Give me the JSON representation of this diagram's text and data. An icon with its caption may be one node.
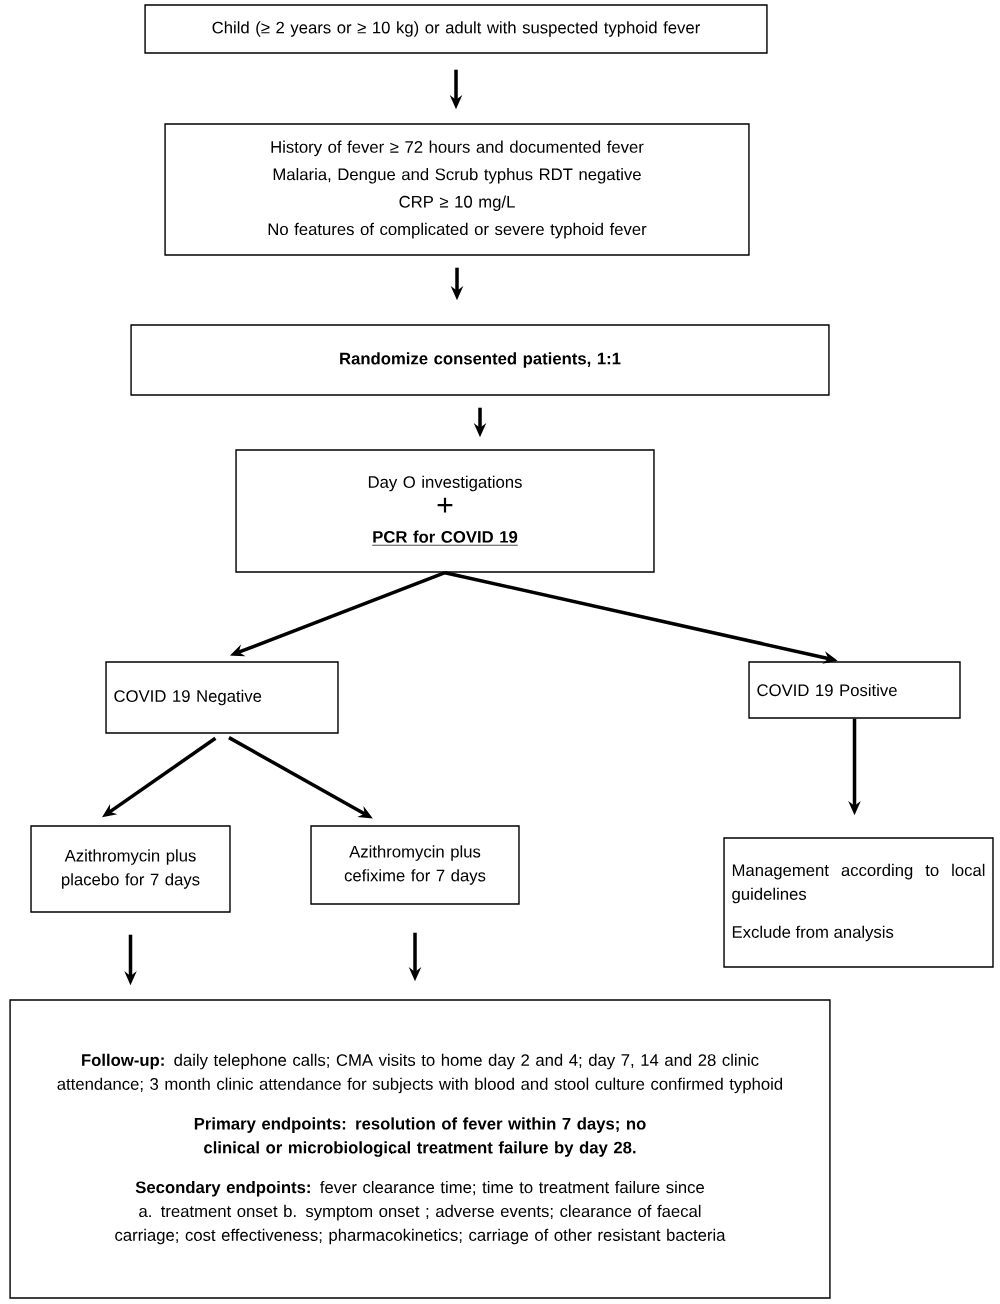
{
  "diagram": {
    "nodes": [
      {
        "text": [
          "Child (≥ 2 years or ≥ 10 kg) or adult with suspected typhoid fever"
        ]
      },
      {
        "text": [
          "History of fever ≥ 72 hours and documented fever",
          "Malaria, Dengue and Scrub typhus RDT negative",
          "CRP ≥ 10 mg/L",
          "No features of complicated or severe typhoid fever"
        ]
      },
      {
        "text": [
          "Randomize consented patients, 1:1"
        ]
      },
      {
        "text": [
          "Day O investigations",
          "+",
          "PCR for COVID 19"
        ]
      },
      {
        "text": [
          "COVID 19 Negative"
        ]
      },
      {
        "text": [
          "COVID 19 Positive"
        ]
      },
      {
        "text": [
          "Azithromycin plus placebo for 7 days"
        ]
      },
      {
        "text": [
          "Azithromycin plus cefixime for 7 days"
        ]
      },
      {
        "text": [
          "Management according to local guidelines",
          "Exclude from analysis"
        ]
      },
      {
        "text": [
          "**Follow-up:** daily telephone calls; CMA visits to home day 2 and 4; day 7, 14 and 28 clinic attendance; 3 month clinic attendance for subjects with blood and stool culture confirmed typhoid",
          "Primary endpoints: resolution of fever within 7 days; no clinical or microbiological treatment failure by day 28.",
          "**Secondary endpoints:** fever clearance time; time to treatment failure since a. treatment onset b. symptom onset ; adverse events; clearance of faecal carriage; cost effectiveness; pharmacokinetics; carriage of other resistant bacteria"
        ]
      }
    ],
    "edges": [
      {
        "from": 0,
        "to": 1,
        "arrow": "to"
      },
      {
        "from": 1,
        "to": 2,
        "arrow": "to"
      },
      {
        "from": 2,
        "to": 3,
        "arrow": "to"
      },
      {
        "from": 3,
        "to": 4,
        "arrow": "to"
      },
      {
        "from": 3,
        "to": 5,
        "arrow": "to"
      },
      {
        "from": 4,
        "to": 6,
        "arrow": "to"
      },
      {
        "from": 4,
        "to": 7,
        "arrow": "to"
      },
      {
        "from": 5,
        "to": 8,
        "arrow": "to"
      },
      {
        "from": 6,
        "to": 9,
        "arrow": "to"
      },
      {
        "from": 7,
        "to": 9,
        "arrow": "to"
      }
    ]
  }
}
